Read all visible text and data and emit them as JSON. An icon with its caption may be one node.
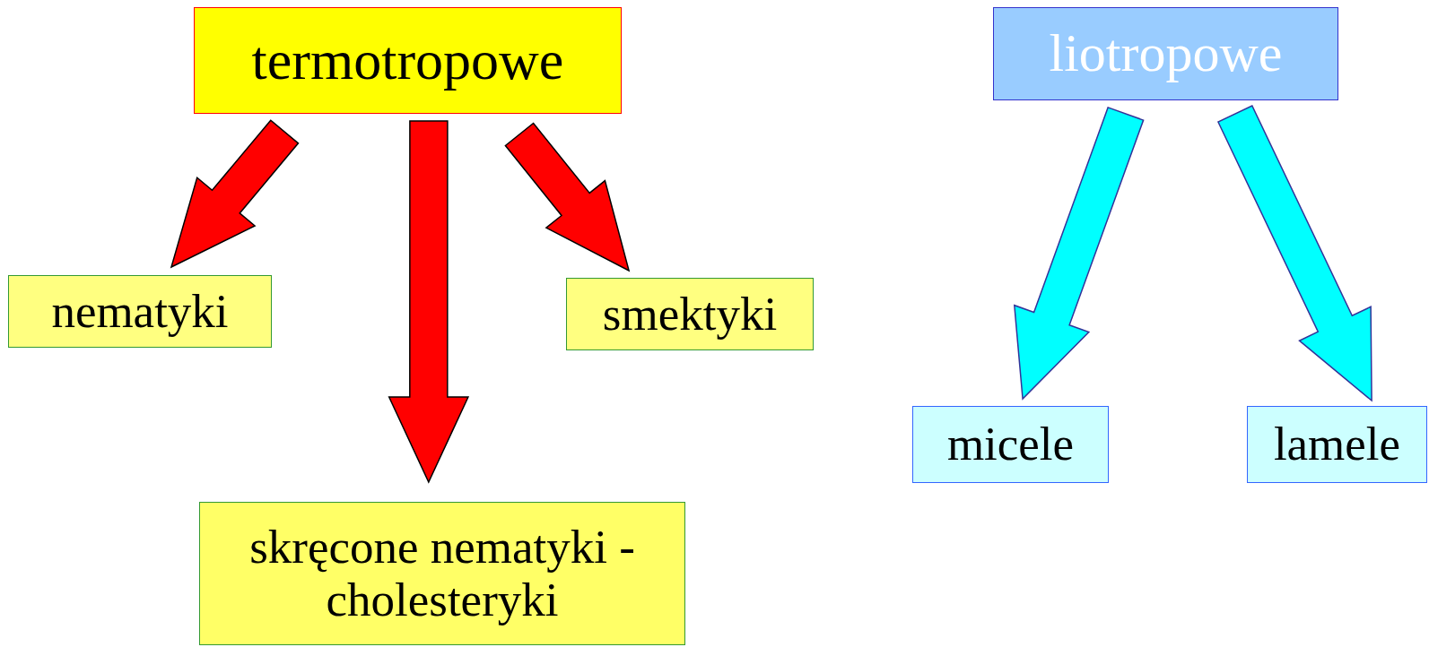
{
  "diagram": {
    "nodes": [
      {
        "text": [
          "termotropowe"
        ]
      },
      {
        "text": [
          "nematyki"
        ]
      },
      {
        "text": [
          "skręcone nematyki - cholesteryki"
        ]
      },
      {
        "text": [
          "smektyki"
        ]
      },
      {
        "text": [
          "liotropowe"
        ]
      },
      {
        "text": [
          "micele"
        ]
      },
      {
        "text": [
          "lamele"
        ]
      }
    ],
    "edges": [
      {
        "from": 0,
        "to": 1,
        "arrow": "to"
      },
      {
        "from": 0,
        "to": 2,
        "arrow": "to"
      },
      {
        "from": 0,
        "to": 3,
        "arrow": "to"
      },
      {
        "from": 4,
        "to": 5,
        "arrow": "to",
        "color": "#00ffff"
      },
      {
        "from": 4,
        "to": 6,
        "arrow": "to",
        "color": "#00ffff"
      }
    ]
  }
}
